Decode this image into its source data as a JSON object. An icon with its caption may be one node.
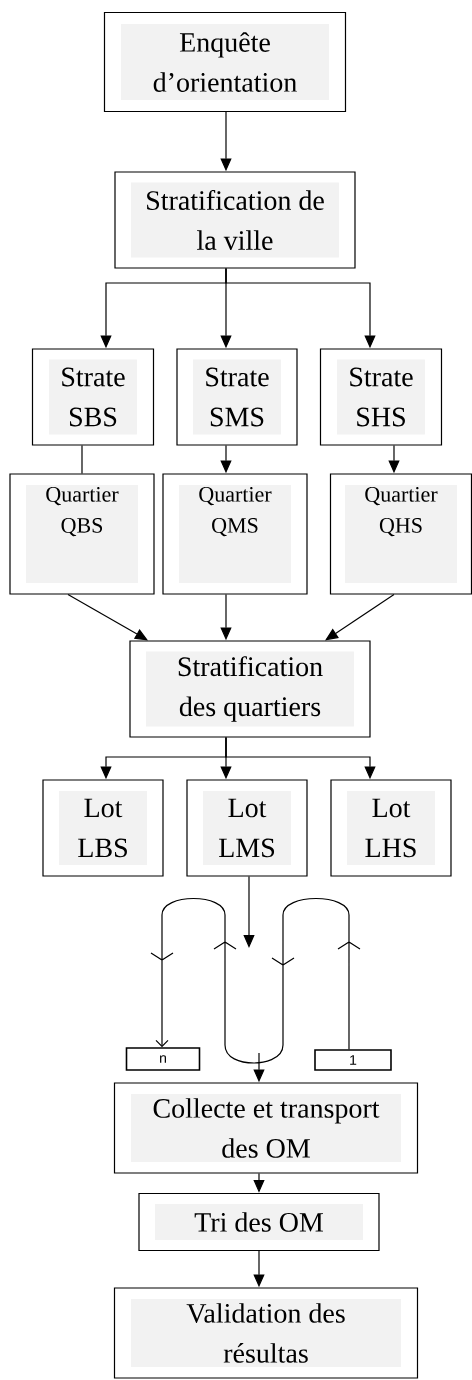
{
  "diagram": {
    "nodes": [
      {
        "text": [
          "Enquête d’orientation"
        ]
      },
      {
        "text": [
          "Stratification de la ville"
        ]
      },
      {
        "text": [
          "Strate SBS"
        ]
      },
      {
        "text": [
          "Strate SMS"
        ]
      },
      {
        "text": [
          "Strate SHS"
        ]
      },
      {
        "text": [
          "Quartier QBS"
        ]
      },
      {
        "text": [
          "Quartier QMS"
        ]
      },
      {
        "text": [
          "Quartier QHS"
        ]
      },
      {
        "text": [
          "Stratification des quartiers"
        ]
      },
      {
        "text": [
          "Lot LBS"
        ]
      },
      {
        "text": [
          "Lot LMS"
        ]
      },
      {
        "text": [
          "Lot LHS"
        ]
      },
      {
        "text": [
          "n"
        ]
      },
      {
        "text": [
          "1"
        ]
      },
      {
        "text": [
          "Collecte et transport des OM"
        ]
      },
      {
        "text": [
          "Tri des OM"
        ]
      },
      {
        "text": [
          "Validation des résultas"
        ]
      }
    ],
    "edges": [
      {
        "from": 0,
        "to": 1,
        "arrow": "to"
      },
      {
        "from": 1,
        "to": 2,
        "arrow": "to"
      },
      {
        "from": 1,
        "to": 3,
        "arrow": "to"
      },
      {
        "from": 1,
        "to": 4,
        "arrow": "to"
      },
      {
        "from": 2,
        "to": 5,
        "arrow": "none"
      },
      {
        "from": 3,
        "to": 6,
        "arrow": "to"
      },
      {
        "from": 4,
        "to": 7,
        "arrow": "to"
      },
      {
        "from": 5,
        "to": 8,
        "arrow": "to"
      },
      {
        "from": 6,
        "to": 8,
        "arrow": "to"
      },
      {
        "from": 7,
        "to": 8,
        "arrow": "to"
      },
      {
        "from": 8,
        "to": 9,
        "arrow": "to"
      },
      {
        "from": 8,
        "to": 10,
        "arrow": "to"
      },
      {
        "from": 8,
        "to": 11,
        "arrow": "to"
      },
      {
        "from": 10,
        "to": null,
        "arrow": "to"
      },
      {
        "from": 13,
        "to": 12,
        "arrow": "to"
      },
      {
        "from": null,
        "to": 14,
        "arrow": "to"
      },
      {
        "from": 14,
        "to": 15,
        "arrow": "to"
      },
      {
        "from": 15,
        "to": 16,
        "arrow": "to"
      }
    ]
  }
}
